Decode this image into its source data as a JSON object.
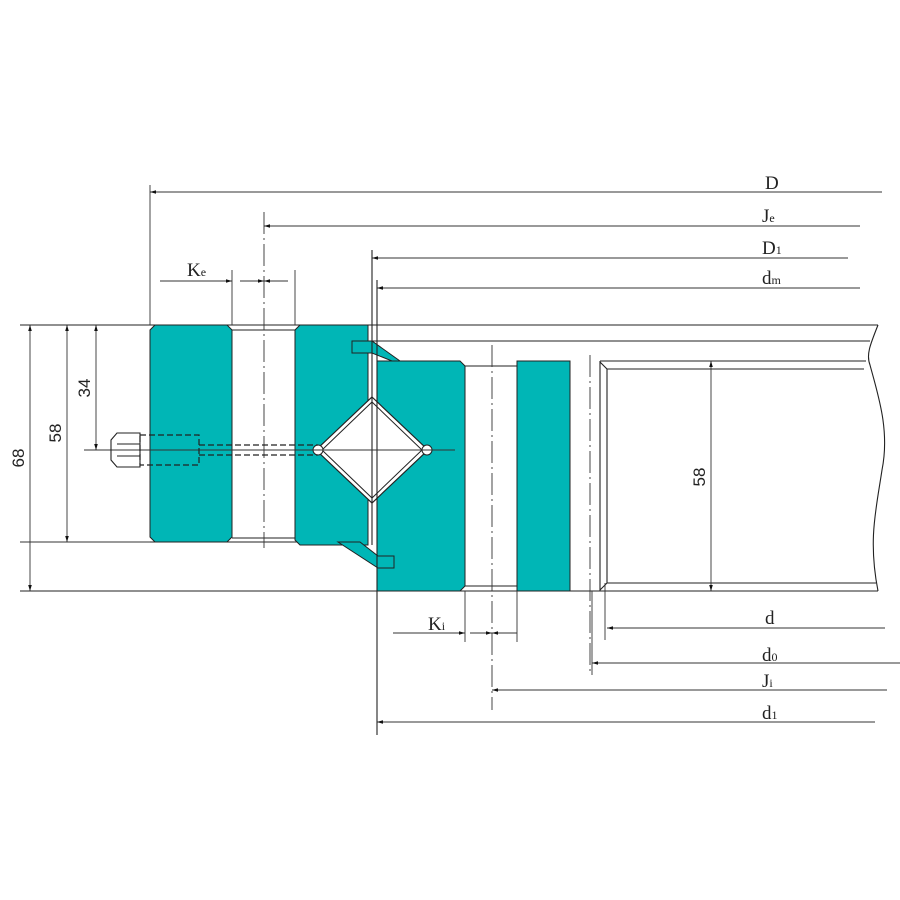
{
  "colors": {
    "ring_fill": "#00b6b6",
    "line": "#222222"
  },
  "labels": {
    "D": {
      "main": "D",
      "sub": ""
    },
    "Je": {
      "main": "J",
      "sub": "e"
    },
    "D1": {
      "main": "D",
      "sub": "1"
    },
    "dm": {
      "main": "d",
      "sub": "m"
    },
    "Ke": {
      "main": "K",
      "sub": "e"
    },
    "Ki": {
      "main": "K",
      "sub": "i"
    },
    "d": {
      "main": "d",
      "sub": ""
    },
    "d0": {
      "main": "d",
      "sub": "0"
    },
    "Ji": {
      "main": "J",
      "sub": "i"
    },
    "d1": {
      "main": "d",
      "sub": "1"
    }
  },
  "dimensions": {
    "total_height": "68",
    "outer_ring_height": "58",
    "bolt_center_height": "34",
    "inner_ring_height": "58"
  }
}
